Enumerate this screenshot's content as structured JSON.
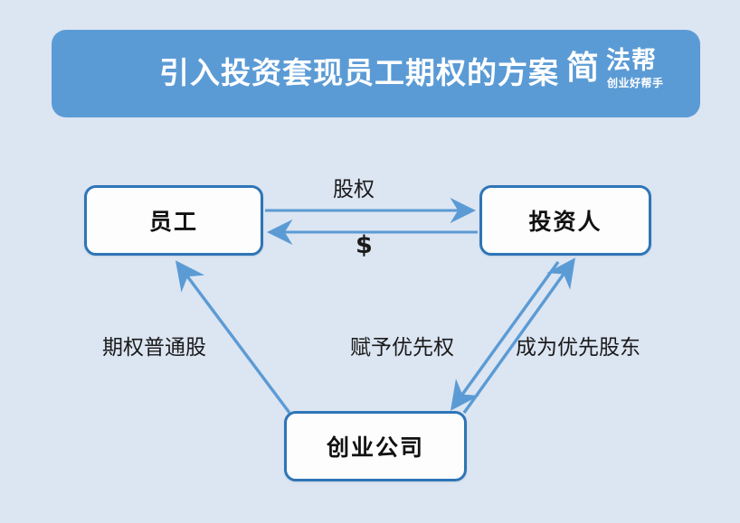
{
  "page": {
    "background_color": "#dce5f2",
    "accent_color": "#5b9bd5",
    "node_border_color": "#2e75b6",
    "arrow_color": "#5b9bd5"
  },
  "header": {
    "title": "引入投资套现员工期权的方案",
    "logo": {
      "mark": "简",
      "word": "法帮",
      "tagline": "创业好帮手"
    }
  },
  "diagram": {
    "type": "flow-diagram",
    "nodes": [
      {
        "id": "employee",
        "label": "员工"
      },
      {
        "id": "investor",
        "label": "投资人"
      },
      {
        "id": "company",
        "label": "创业公司"
      }
    ],
    "edges": [
      {
        "id": "equity",
        "from": "employee",
        "to": "investor",
        "label": "股权",
        "direction": "right"
      },
      {
        "id": "cash",
        "from": "investor",
        "to": "employee",
        "label": "$",
        "direction": "left"
      },
      {
        "id": "option",
        "from": "company",
        "to": "employee",
        "label": "期权普通股",
        "direction": "up-left"
      },
      {
        "id": "grant",
        "from": "investor",
        "to": "company",
        "label": "赋予优先权",
        "direction": "down-left"
      },
      {
        "id": "preferred",
        "from": "company",
        "to": "investor",
        "label": "成为优先股东",
        "direction": "up-right"
      }
    ]
  }
}
